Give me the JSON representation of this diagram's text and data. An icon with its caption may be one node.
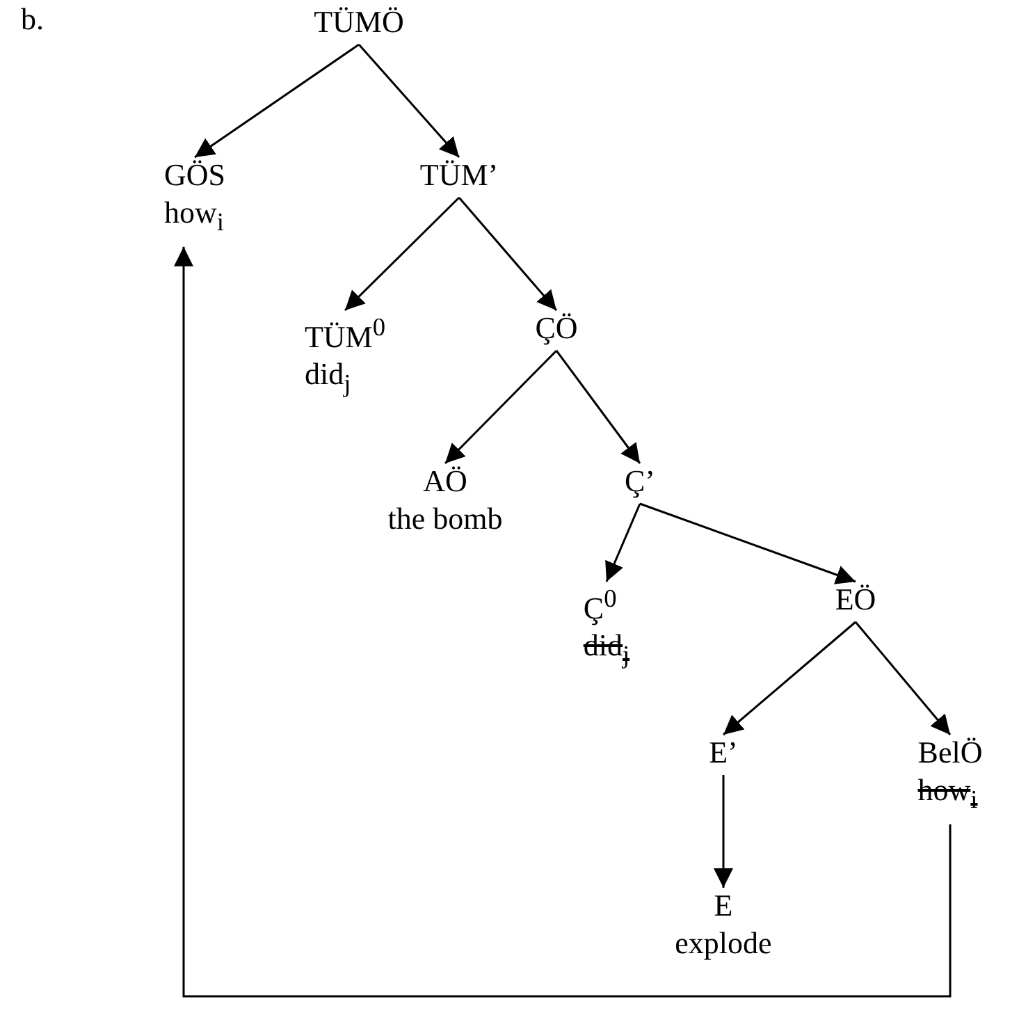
{
  "diagram": {
    "nodes": [
      {
        "text": [
          "TÜMÖ"
        ]
      },
      {
        "text": [
          "GÖS",
          "how$_{i}$"
        ]
      },
      {
        "text": [
          "TÜM’"
        ]
      },
      {
        "text": [
          "TÜM$^{0}$",
          "did$_{j}$"
        ]
      },
      {
        "text": [
          "ÇÖ"
        ]
      },
      {
        "text": [
          "AÖ",
          "the bomb"
        ]
      },
      {
        "text": [
          "Ç’"
        ]
      },
      {
        "text": [
          "Ç$^{0}$",
          "did$_{j}$"
        ]
      },
      {
        "text": [
          "EÖ"
        ]
      },
      {
        "text": [
          "E’"
        ]
      },
      {
        "text": [
          "BelÖ",
          "how$_{i}$"
        ]
      },
      {
        "text": [
          "E",
          "explode"
        ]
      }
    ],
    "edges": [
      {
        "from": 0,
        "to": 1,
        "arrow": "to"
      },
      {
        "from": 0,
        "to": 2,
        "arrow": "to"
      },
      {
        "from": 2,
        "to": 3,
        "arrow": "to"
      },
      {
        "from": 2,
        "to": 4,
        "arrow": "to"
      },
      {
        "from": 4,
        "to": 5,
        "arrow": "to"
      },
      {
        "from": 4,
        "to": 6,
        "arrow": "to"
      },
      {
        "from": 6,
        "to": 7,
        "arrow": "to"
      },
      {
        "from": 6,
        "to": 8,
        "arrow": "to"
      },
      {
        "from": 8,
        "to": 9,
        "arrow": "to"
      },
      {
        "from": 8,
        "to": 10,
        "arrow": "to"
      },
      {
        "from": 9,
        "to": 11,
        "arrow": "to"
      },
      {
        "from": 10,
        "to": 1,
        "arrow": "to"
      }
    ],
    "labels": [
      "b."
    ]
  }
}
